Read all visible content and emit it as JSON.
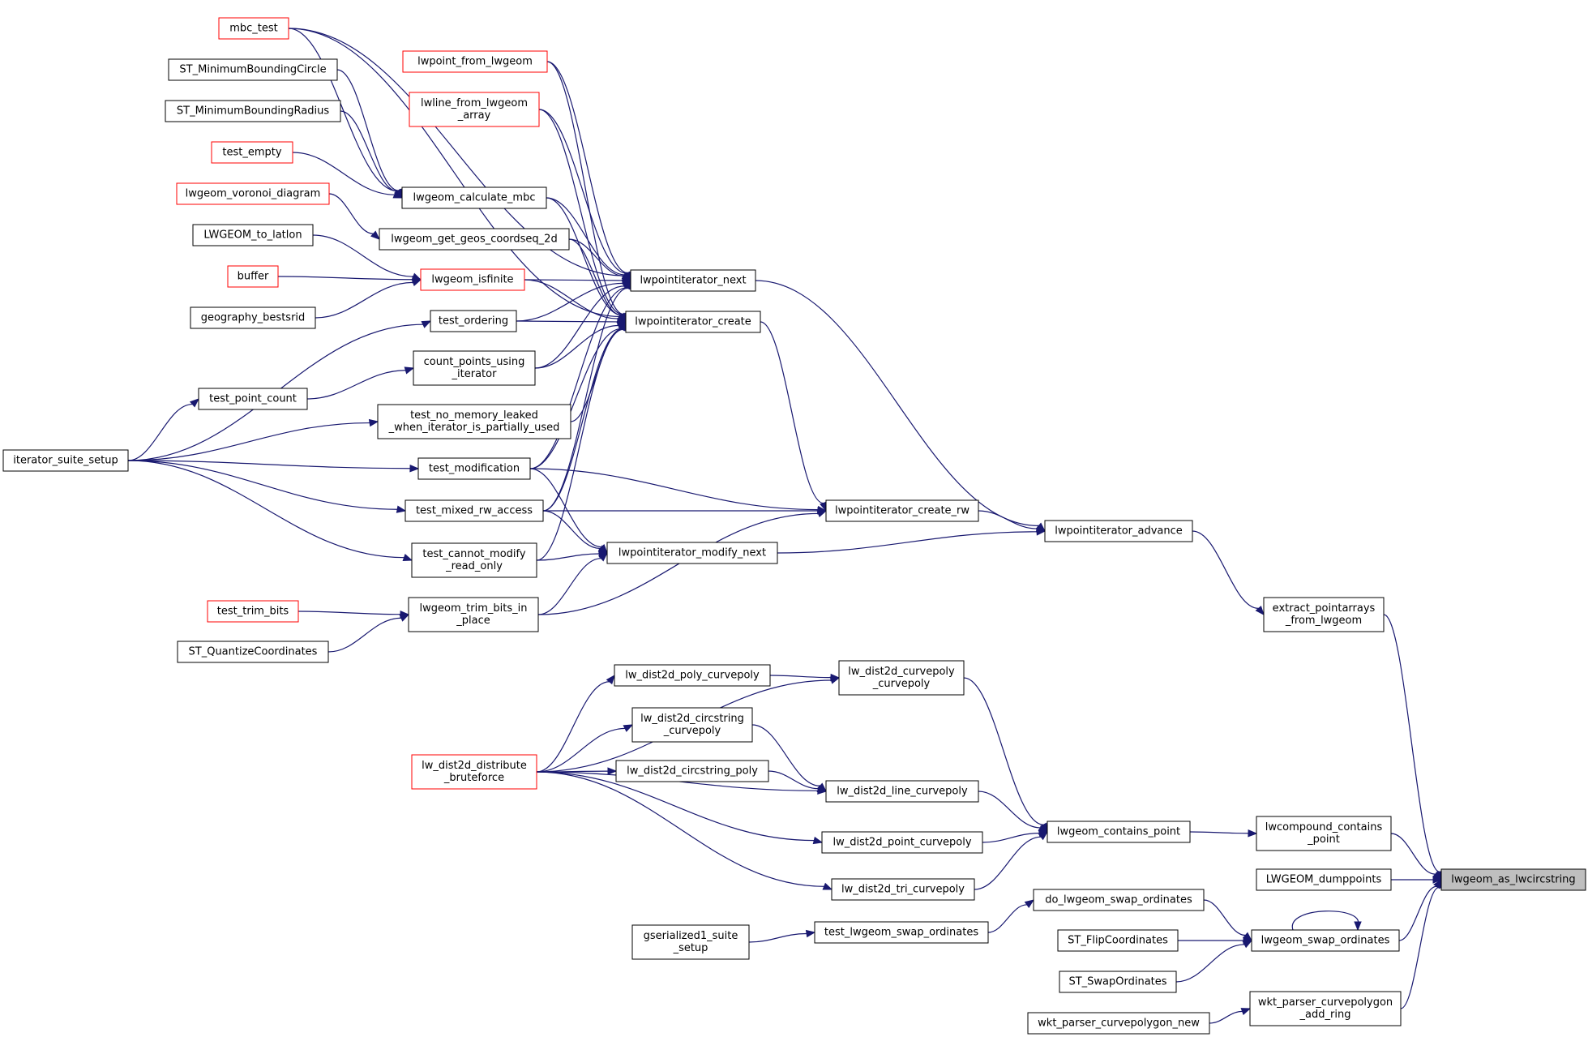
{
  "diagram": {
    "nodes": [
      {
        "id": "mbc_test",
        "lines": [
          "mbc_test"
        ],
        "truncated": true
      },
      {
        "id": "ST_MinimumBoundingCircle",
        "lines": [
          "ST_MinimumBoundingCircle"
        ]
      },
      {
        "id": "ST_MinimumBoundingRadius",
        "lines": [
          "ST_MinimumBoundingRadius"
        ]
      },
      {
        "id": "test_empty",
        "lines": [
          "test_empty"
        ],
        "truncated": true
      },
      {
        "id": "lwgeom_voronoi_diagram",
        "lines": [
          "lwgeom_voronoi_diagram"
        ],
        "truncated": true
      },
      {
        "id": "LWGEOM_to_latlon",
        "lines": [
          "LWGEOM_to_latlon"
        ]
      },
      {
        "id": "buffer",
        "lines": [
          "buffer"
        ],
        "truncated": true
      },
      {
        "id": "geography_bestsrid",
        "lines": [
          "geography_bestsrid"
        ]
      },
      {
        "id": "iterator_suite_setup",
        "lines": [
          "iterator_suite_setup"
        ]
      },
      {
        "id": "test_point_count",
        "lines": [
          "test_point_count"
        ]
      },
      {
        "id": "test_trim_bits",
        "lines": [
          "test_trim_bits"
        ],
        "truncated": true
      },
      {
        "id": "ST_QuantizeCoordinates",
        "lines": [
          "ST_QuantizeCoordinates"
        ]
      },
      {
        "id": "lwpoint_from_lwgeom",
        "lines": [
          "lwpoint_from_lwgeom"
        ],
        "truncated": true
      },
      {
        "id": "lwline_from_lwgeom_array",
        "lines": [
          "lwline_from_lwgeom",
          "_array"
        ],
        "truncated": true
      },
      {
        "id": "lwgeom_calculate_mbc",
        "lines": [
          "lwgeom_calculate_mbc"
        ]
      },
      {
        "id": "lwgeom_get_geos_coordseq_2d",
        "lines": [
          "lwgeom_get_geos_coordseq_2d"
        ]
      },
      {
        "id": "lwgeom_isfinite",
        "lines": [
          "lwgeom_isfinite"
        ],
        "truncated": true
      },
      {
        "id": "test_ordering",
        "lines": [
          "test_ordering"
        ]
      },
      {
        "id": "count_points_using_iterator",
        "lines": [
          "count_points_using",
          "_iterator"
        ]
      },
      {
        "id": "test_no_memory_leaked",
        "lines": [
          "test_no_memory_leaked",
          "_when_iterator_is_partially_used"
        ]
      },
      {
        "id": "test_modification",
        "lines": [
          "test_modification"
        ]
      },
      {
        "id": "test_mixed_rw_access",
        "lines": [
          "test_mixed_rw_access"
        ]
      },
      {
        "id": "test_cannot_modify_read_only",
        "lines": [
          "test_cannot_modify",
          "_read_only"
        ]
      },
      {
        "id": "lwgeom_trim_bits_in_place",
        "lines": [
          "lwgeom_trim_bits_in",
          "_place"
        ]
      },
      {
        "id": "lwpointiterator_next",
        "lines": [
          "lwpointiterator_next"
        ]
      },
      {
        "id": "lwpointiterator_create",
        "lines": [
          "lwpointiterator_create"
        ]
      },
      {
        "id": "lwpointiterator_create_rw",
        "lines": [
          "lwpointiterator_create_rw"
        ]
      },
      {
        "id": "lwpointiterator_modify_next",
        "lines": [
          "lwpointiterator_modify_next"
        ]
      },
      {
        "id": "lwpointiterator_advance",
        "lines": [
          "lwpointiterator_advance"
        ]
      },
      {
        "id": "extract_pointarrays_from_lwgeom",
        "lines": [
          "extract_pointarrays",
          "_from_lwgeom"
        ]
      },
      {
        "id": "lw_dist2d_distribute_bruteforce",
        "lines": [
          "lw_dist2d_distribute",
          "_bruteforce"
        ],
        "truncated": true
      },
      {
        "id": "lw_dist2d_poly_curvepoly",
        "lines": [
          "lw_dist2d_poly_curvepoly"
        ]
      },
      {
        "id": "lw_dist2d_circstring_curvepoly",
        "lines": [
          "lw_dist2d_circstring",
          "_curvepoly"
        ]
      },
      {
        "id": "lw_dist2d_circstring_poly",
        "lines": [
          "lw_dist2d_circstring_poly"
        ]
      },
      {
        "id": "lw_dist2d_curvepoly_curvepoly",
        "lines": [
          "lw_dist2d_curvepoly",
          "_curvepoly"
        ]
      },
      {
        "id": "lw_dist2d_line_curvepoly",
        "lines": [
          "lw_dist2d_line_curvepoly"
        ]
      },
      {
        "id": "lw_dist2d_point_curvepoly",
        "lines": [
          "lw_dist2d_point_curvepoly"
        ]
      },
      {
        "id": "lw_dist2d_tri_curvepoly",
        "lines": [
          "lw_dist2d_tri_curvepoly"
        ]
      },
      {
        "id": "lwgeom_contains_point",
        "lines": [
          "lwgeom_contains_point"
        ]
      },
      {
        "id": "lwcompound_contains_point",
        "lines": [
          "lwcompound_contains",
          "_point"
        ]
      },
      {
        "id": "LWGEOM_dumppoints",
        "lines": [
          "LWGEOM_dumppoints"
        ]
      },
      {
        "id": "lwgeom_as_lwcircstring",
        "lines": [
          "lwgeom_as_lwcircstring"
        ],
        "focus": true
      },
      {
        "id": "gserialized1_suite_setup",
        "lines": [
          "gserialized1_suite",
          "_setup"
        ]
      },
      {
        "id": "test_lwgeom_swap_ordinates",
        "lines": [
          "test_lwgeom_swap_ordinates"
        ]
      },
      {
        "id": "do_lwgeom_swap_ordinates",
        "lines": [
          "do_lwgeom_swap_ordinates"
        ]
      },
      {
        "id": "ST_FlipCoordinates",
        "lines": [
          "ST_FlipCoordinates"
        ]
      },
      {
        "id": "ST_SwapOrdinates",
        "lines": [
          "ST_SwapOrdinates"
        ]
      },
      {
        "id": "lwgeom_swap_ordinates",
        "lines": [
          "lwgeom_swap_ordinates"
        ]
      },
      {
        "id": "wkt_parser_curvepolygon_new",
        "lines": [
          "wkt_parser_curvepolygon_new"
        ]
      },
      {
        "id": "wkt_parser_curvepolygon_add_ring",
        "lines": [
          "wkt_parser_curvepolygon",
          "_add_ring"
        ]
      }
    ],
    "edges": [
      [
        "mbc_test",
        "lwgeom_calculate_mbc"
      ],
      [
        "mbc_test",
        "lwpointiterator_next"
      ],
      [
        "mbc_test",
        "lwpointiterator_create"
      ],
      [
        "ST_MinimumBoundingCircle",
        "lwgeom_calculate_mbc"
      ],
      [
        "ST_MinimumBoundingRadius",
        "lwgeom_calculate_mbc"
      ],
      [
        "test_empty",
        "lwgeom_calculate_mbc"
      ],
      [
        "lwgeom_voronoi_diagram",
        "lwgeom_get_geos_coordseq_2d"
      ],
      [
        "LWGEOM_to_latlon",
        "lwgeom_isfinite"
      ],
      [
        "buffer",
        "lwgeom_isfinite"
      ],
      [
        "geography_bestsrid",
        "lwgeom_isfinite"
      ],
      [
        "iterator_suite_setup",
        "test_ordering"
      ],
      [
        "iterator_suite_setup",
        "test_point_count"
      ],
      [
        "iterator_suite_setup",
        "test_no_memory_leaked"
      ],
      [
        "iterator_suite_setup",
        "test_modification"
      ],
      [
        "iterator_suite_setup",
        "test_mixed_rw_access"
      ],
      [
        "iterator_suite_setup",
        "test_cannot_modify_read_only"
      ],
      [
        "test_point_count",
        "count_points_using_iterator"
      ],
      [
        "test_trim_bits",
        "lwgeom_trim_bits_in_place"
      ],
      [
        "ST_QuantizeCoordinates",
        "lwgeom_trim_bits_in_place"
      ],
      [
        "lwpoint_from_lwgeom",
        "lwpointiterator_next"
      ],
      [
        "lwpoint_from_lwgeom",
        "lwpointiterator_create"
      ],
      [
        "lwline_from_lwgeom_array",
        "lwpointiterator_next"
      ],
      [
        "lwline_from_lwgeom_array",
        "lwpointiterator_create"
      ],
      [
        "lwgeom_calculate_mbc",
        "lwpointiterator_next"
      ],
      [
        "lwgeom_calculate_mbc",
        "lwpointiterator_create"
      ],
      [
        "lwgeom_get_geos_coordseq_2d",
        "lwpointiterator_next"
      ],
      [
        "lwgeom_get_geos_coordseq_2d",
        "lwpointiterator_create"
      ],
      [
        "lwgeom_isfinite",
        "lwpointiterator_next"
      ],
      [
        "lwgeom_isfinite",
        "lwpointiterator_create"
      ],
      [
        "test_ordering",
        "lwpointiterator_next"
      ],
      [
        "test_ordering",
        "lwpointiterator_create"
      ],
      [
        "count_points_using_iterator",
        "lwpointiterator_next"
      ],
      [
        "count_points_using_iterator",
        "lwpointiterator_create"
      ],
      [
        "test_no_memory_leaked",
        "lwpointiterator_create"
      ],
      [
        "test_modification",
        "lwpointiterator_next"
      ],
      [
        "test_modification",
        "lwpointiterator_create"
      ],
      [
        "test_modification",
        "lwpointiterator_create_rw"
      ],
      [
        "test_modification",
        "lwpointiterator_modify_next"
      ],
      [
        "test_mixed_rw_access",
        "lwpointiterator_next"
      ],
      [
        "test_mixed_rw_access",
        "lwpointiterator_create"
      ],
      [
        "test_mixed_rw_access",
        "lwpointiterator_create_rw"
      ],
      [
        "test_mixed_rw_access",
        "lwpointiterator_modify_next"
      ],
      [
        "test_cannot_modify_read_only",
        "lwpointiterator_create"
      ],
      [
        "test_cannot_modify_read_only",
        "lwpointiterator_modify_next"
      ],
      [
        "lwgeom_trim_bits_in_place",
        "lwpointiterator_modify_next"
      ],
      [
        "lwgeom_trim_bits_in_place",
        "lwpointiterator_create_rw"
      ],
      [
        "lwpointiterator_next",
        "lwpointiterator_advance"
      ],
      [
        "lwpointiterator_create",
        "lwpointiterator_create_rw"
      ],
      [
        "lwpointiterator_create_rw",
        "lwpointiterator_advance"
      ],
      [
        "lwpointiterator_modify_next",
        "lwpointiterator_advance"
      ],
      [
        "lwpointiterator_advance",
        "extract_pointarrays_from_lwgeom"
      ],
      [
        "extract_pointarrays_from_lwgeom",
        "lwgeom_as_lwcircstring"
      ],
      [
        "lw_dist2d_distribute_bruteforce",
        "lw_dist2d_curvepoly_curvepoly"
      ],
      [
        "lw_dist2d_distribute_bruteforce",
        "lw_dist2d_poly_curvepoly"
      ],
      [
        "lw_dist2d_distribute_bruteforce",
        "lw_dist2d_circstring_curvepoly"
      ],
      [
        "lw_dist2d_distribute_bruteforce",
        "lw_dist2d_circstring_poly"
      ],
      [
        "lw_dist2d_distribute_bruteforce",
        "lw_dist2d_line_curvepoly"
      ],
      [
        "lw_dist2d_distribute_bruteforce",
        "lw_dist2d_point_curvepoly"
      ],
      [
        "lw_dist2d_distribute_bruteforce",
        "lw_dist2d_tri_curvepoly"
      ],
      [
        "lw_dist2d_poly_curvepoly",
        "lw_dist2d_curvepoly_curvepoly"
      ],
      [
        "lw_dist2d_circstring_curvepoly",
        "lw_dist2d_line_curvepoly"
      ],
      [
        "lw_dist2d_circstring_poly",
        "lw_dist2d_line_curvepoly"
      ],
      [
        "lw_dist2d_curvepoly_curvepoly",
        "lwgeom_contains_point"
      ],
      [
        "lw_dist2d_line_curvepoly",
        "lwgeom_contains_point"
      ],
      [
        "lw_dist2d_point_curvepoly",
        "lwgeom_contains_point"
      ],
      [
        "lw_dist2d_tri_curvepoly",
        "lwgeom_contains_point"
      ],
      [
        "lwgeom_contains_point",
        "lwcompound_contains_point"
      ],
      [
        "lwcompound_contains_point",
        "lwgeom_as_lwcircstring"
      ],
      [
        "LWGEOM_dumppoints",
        "lwgeom_as_lwcircstring"
      ],
      [
        "gserialized1_suite_setup",
        "test_lwgeom_swap_ordinates"
      ],
      [
        "test_lwgeom_swap_ordinates",
        "do_lwgeom_swap_ordinates"
      ],
      [
        "do_lwgeom_swap_ordinates",
        "lwgeom_swap_ordinates"
      ],
      [
        "ST_FlipCoordinates",
        "lwgeom_swap_ordinates"
      ],
      [
        "ST_SwapOrdinates",
        "lwgeom_swap_ordinates"
      ],
      [
        "lwgeom_swap_ordinates",
        "lwgeom_swap_ordinates"
      ],
      [
        "lwgeom_swap_ordinates",
        "lwgeom_as_lwcircstring"
      ],
      [
        "wkt_parser_curvepolygon_new",
        "wkt_parser_curvepolygon_add_ring"
      ],
      [
        "wkt_parser_curvepolygon_add_ring",
        "lwgeom_as_lwcircstring"
      ]
    ]
  }
}
